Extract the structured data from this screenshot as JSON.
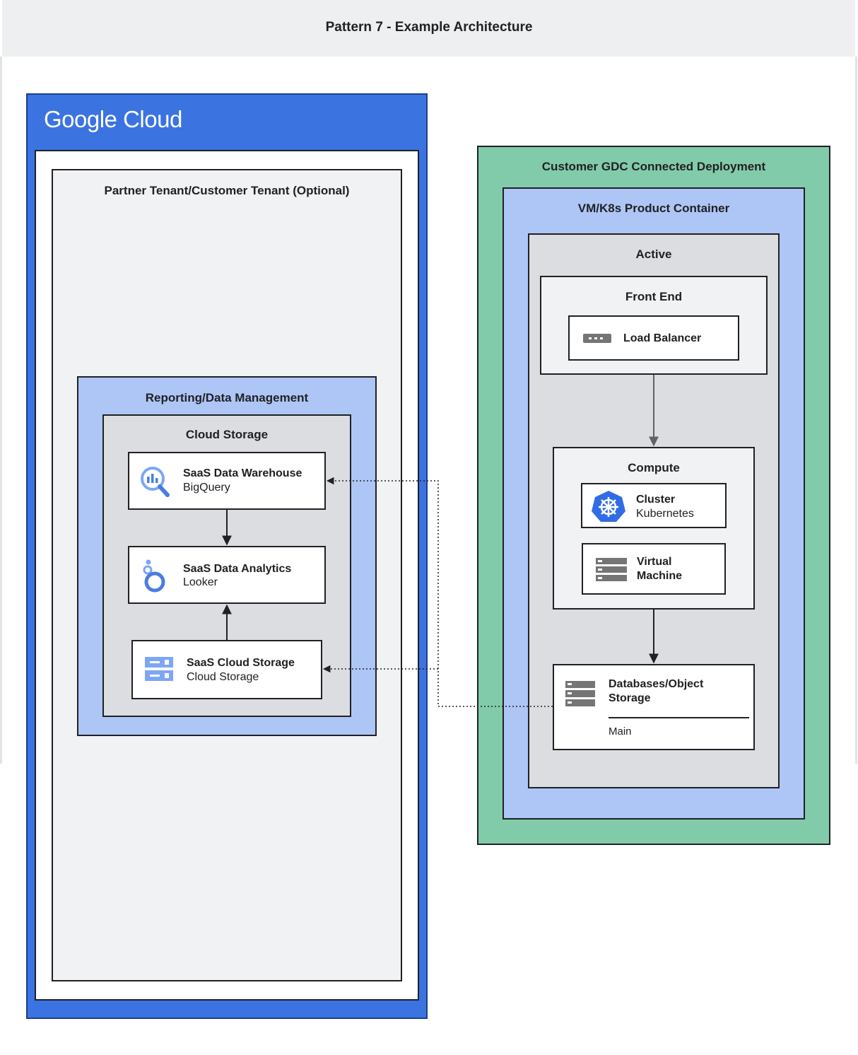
{
  "title": "Pattern 7 - Example Architecture",
  "google_cloud": {
    "logo_text": "Google Cloud",
    "tenant_label": "Partner Tenant/Customer Tenant (Optional)",
    "reporting": {
      "label": "Reporting/Data Management",
      "storage_label": "Cloud Storage",
      "cards": {
        "warehouse": {
          "title": "SaaS Data Warehouse",
          "subtitle": "BigQuery",
          "icon": "bigquery-icon"
        },
        "analytics": {
          "title": "SaaS Data Analytics",
          "subtitle": "Looker",
          "icon": "looker-icon"
        },
        "cloud_storage": {
          "title": "SaaS Cloud Storage",
          "subtitle": "Cloud Storage",
          "icon": "cloud-storage-icon"
        }
      }
    }
  },
  "gdc": {
    "label": "Customer GDC Connected Deployment",
    "container_label": "VM/K8s Product Container",
    "active_label": "Active",
    "front_end": {
      "label": "Front End",
      "load_balancer": {
        "title": "Load Balancer",
        "icon": "load-balancer-icon"
      }
    },
    "compute": {
      "label": "Compute",
      "cluster": {
        "title": "Cluster",
        "subtitle": "Kubernetes",
        "icon": "kubernetes-icon"
      },
      "vm": {
        "title_line1": "Virtual",
        "title_line2": "Machine",
        "icon": "server-stack-icon"
      }
    },
    "databases": {
      "title_line1": "Databases/Object",
      "title_line2": "Storage",
      "footer": "Main",
      "icon": "database-icon"
    }
  },
  "colors": {
    "google_blue": "#3b73e1",
    "light_blue": "#aec6f6",
    "gdc_green": "#82cbaa",
    "gray_panel": "#dcdde0",
    "light_panel": "#f1f2f4"
  }
}
